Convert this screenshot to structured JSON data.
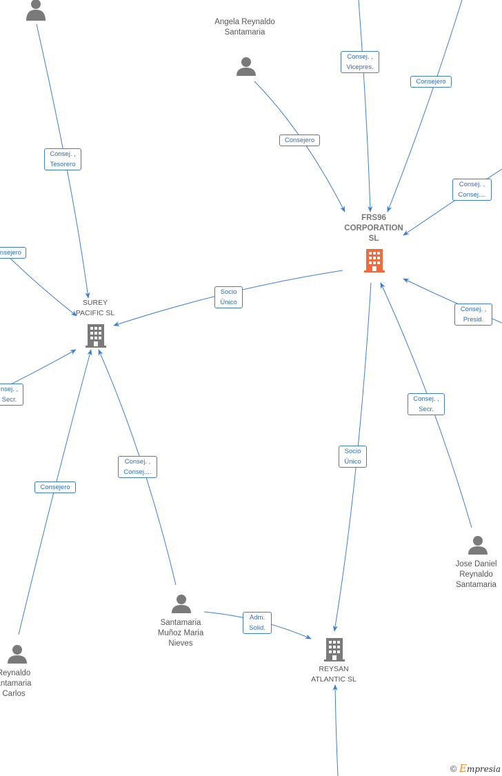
{
  "colors": {
    "edge": "#3a7fd5",
    "person": "#7a7a7a",
    "company": "#7a7a7a",
    "main_company": "#f26a3b"
  },
  "nodes": {
    "person_top_left": {
      "label": ""
    },
    "angela": {
      "label": "Angela Reynaldo Santamaria"
    },
    "frs96": {
      "label": "FRS96 CORPORATION SL"
    },
    "surey": {
      "label": "SUREY PACIFIC SL"
    },
    "jose_daniel": {
      "label": "Jose Daniel Reynaldo Santamaria"
    },
    "santamaria_nieves": {
      "label": "Santamaria Muñoz Maria Nieves"
    },
    "reysan": {
      "label": "REYSAN ATLANTIC SL"
    },
    "reynaldo_carlos": {
      "label_lines": [
        "Reynaldo",
        "antamaria",
        "Carlos"
      ]
    }
  },
  "edge_labels": {
    "tl_tesorero": [
      "Consej. ,",
      "Tesorero"
    ],
    "vicepres": [
      "Consej. ,",
      "Vicepres."
    ],
    "consejero_top_right": [
      "Consejero"
    ],
    "angela_consejero": [
      "Consejero"
    ],
    "consej_consej_right": [
      "Consej. ,",
      "Consej...."
    ],
    "left_consejero": [
      "nsejero"
    ],
    "socio_unico_1": [
      "Socio",
      "Único"
    ],
    "consej_presid": [
      "Consej. ,",
      "Presid."
    ],
    "left_secr": [
      "nsej. ,",
      "Secr."
    ],
    "consej_secr": [
      "Consej. ,",
      "Secr."
    ],
    "nieves_consej": [
      "Consej. ,",
      "Consej...."
    ],
    "socio_unico_2": [
      "Socio",
      "Único"
    ],
    "carlos_consejero": [
      "Consejero"
    ],
    "adm_solid": [
      "Adm.",
      "Solid."
    ]
  },
  "footer": {
    "copyright": "©",
    "brand_initial": "E",
    "brand_rest": "mpresia"
  },
  "icons": [
    "person-icon",
    "building-icon",
    "arrow-head"
  ]
}
